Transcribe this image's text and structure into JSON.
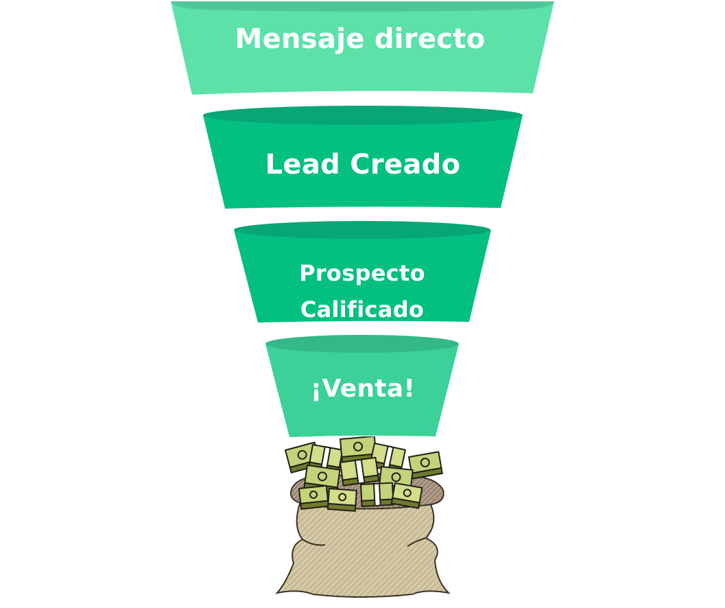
{
  "diagram": {
    "type": "sales-funnel",
    "stages": [
      {
        "label": "Mensaje directo",
        "color": "#5ce1a9",
        "rim_color": "#4ec797"
      },
      {
        "label": "Lead Creado",
        "color": "#03bf82",
        "rim_color": "#06a675"
      },
      {
        "label": "Prospecto Calificado",
        "label_lines": [
          "Prospecto",
          "Calificado"
        ],
        "color": "#03bf82",
        "rim_color": "#06a675"
      },
      {
        "label": "¡Venta!",
        "color": "#3bd198",
        "rim_color": "#33b887"
      }
    ],
    "outcome_illustration": {
      "icon": "money-bag-icon",
      "description": "Sack overflowing with stacks of cash"
    }
  }
}
